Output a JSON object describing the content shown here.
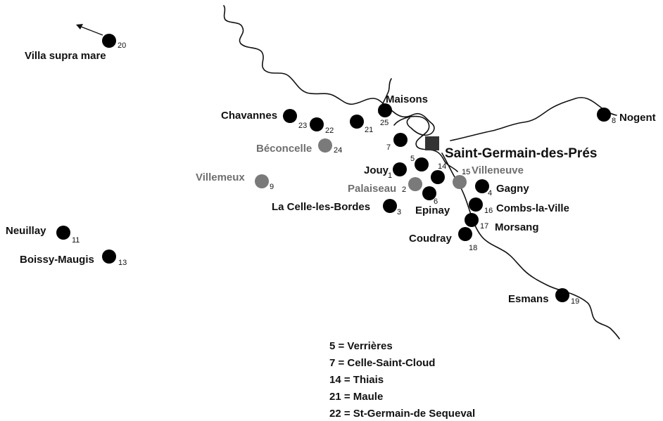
{
  "colors": {
    "site": "#000000",
    "site_gray": "#7a7a7a",
    "label": "#111111",
    "label_gray": "#6f6f6f",
    "river": "#111111",
    "abbey": "#333333"
  },
  "abbey": {
    "label": "Saint-Germain-des-Prés",
    "icon": "square-abbey-icon"
  },
  "direction_arrow": {
    "icon": "arrow-northwest-icon"
  },
  "sites": [
    {
      "id": "villa-supra-mare",
      "label": "Villa supra mare",
      "num": "20",
      "gray": false
    },
    {
      "id": "chavannes",
      "label": "Chavannes",
      "num": "23",
      "gray": false
    },
    {
      "id": "st-germain-de-sequeval",
      "label": "",
      "num": "22",
      "gray": false
    },
    {
      "id": "maule",
      "label": "",
      "num": "21",
      "gray": false
    },
    {
      "id": "maisons",
      "label": "Maisons",
      "num": "25",
      "gray": false
    },
    {
      "id": "celle-saint-cloud",
      "label": "",
      "num": "7",
      "gray": false
    },
    {
      "id": "beconcelle",
      "label": "Béconcelle",
      "num": "24",
      "gray": true
    },
    {
      "id": "villemeux",
      "label": "Villemeux",
      "num": "9",
      "gray": true
    },
    {
      "id": "jouy",
      "label": "Jouy",
      "num": "1",
      "gray": false
    },
    {
      "id": "verrieres",
      "label": "",
      "num": "5",
      "gray": false
    },
    {
      "id": "thiais",
      "label": "",
      "num": "14",
      "gray": false
    },
    {
      "id": "palaiseau",
      "label": "Palaiseau",
      "num": "2",
      "gray": true
    },
    {
      "id": "epinay",
      "label": "Epinay",
      "num": "6",
      "gray": false
    },
    {
      "id": "villeneuve",
      "label": "Villeneuve",
      "num": "15",
      "gray": true
    },
    {
      "id": "gagny",
      "label": "Gagny",
      "num": "4",
      "gray": false
    },
    {
      "id": "la-celle-les-bordes",
      "label": "La Celle-les-Bordes",
      "num": "3",
      "gray": false
    },
    {
      "id": "combs-la-ville",
      "label": "Combs-la-Ville",
      "num": "16",
      "gray": false
    },
    {
      "id": "morsang",
      "label": "Morsang",
      "num": "17",
      "gray": false
    },
    {
      "id": "coudray",
      "label": "Coudray",
      "num": "18",
      "gray": false
    },
    {
      "id": "nogent",
      "label": "Nogent",
      "num": "8",
      "gray": false
    },
    {
      "id": "neuillay",
      "label": "Neuillay",
      "num": "11",
      "gray": false
    },
    {
      "id": "boissy-maugis",
      "label": "Boissy-Maugis",
      "num": "13",
      "gray": false
    },
    {
      "id": "esmans",
      "label": "Esmans",
      "num": "19",
      "gray": false
    }
  ],
  "legend": [
    "5 = Verrières",
    "7 = Celle-Saint-Cloud",
    "14 = Thiais",
    "21 = Maule",
    "22 = St-Germain-de Sequeval"
  ]
}
